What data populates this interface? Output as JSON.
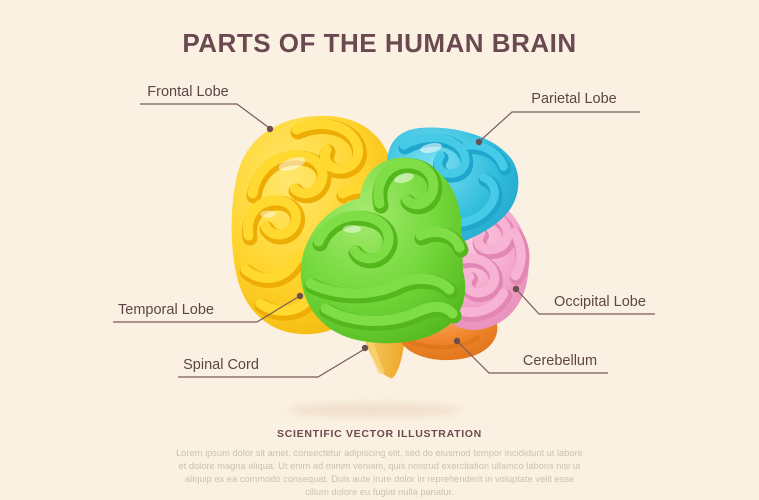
{
  "title": "PARTS OF THE HUMAN BRAIN",
  "labels": {
    "frontal": "Frontal Lobe",
    "parietal": "Parietal Lobe",
    "temporal": "Temporal Lobe",
    "occipital": "Occipital Lobe",
    "spinal": "Spinal Cord",
    "cerebellum": "Cerebellum"
  },
  "footer": {
    "heading": "SCIENTIFIC VECTOR ILLUSTRATION",
    "body": "Lorem ipsum dolor sit amet, consectetur adipiscing elit, sed do eiusmod tempor incididunt ut labore et dolore magna aliqua. Ut enim ad minim veniam, quis nostrud exercitation ullamco laboris nisi ut aliquip ex ea commodo consequat. Duis aute irure dolor in reprehenderit in voluptate velit esse cillum dolore eu fugiat nulla pariatur."
  },
  "brain_parts": [
    {
      "name": "Frontal Lobe",
      "color": "#FFD42E"
    },
    {
      "name": "Parietal Lobe",
      "color": "#32BEDF"
    },
    {
      "name": "Occipital Lobe",
      "color": "#F4A9CD"
    },
    {
      "name": "Temporal Lobe",
      "color": "#6FD637"
    },
    {
      "name": "Cerebellum",
      "color": "#F0862B"
    },
    {
      "name": "Spinal Cord",
      "color": "#F2B344"
    }
  ],
  "colors": {
    "background": "#FBF1E3",
    "text_primary": "#6B4950",
    "label_text": "#5E4545",
    "leader_line": "#7A5B59",
    "muted_text": "#CDC1B0"
  }
}
